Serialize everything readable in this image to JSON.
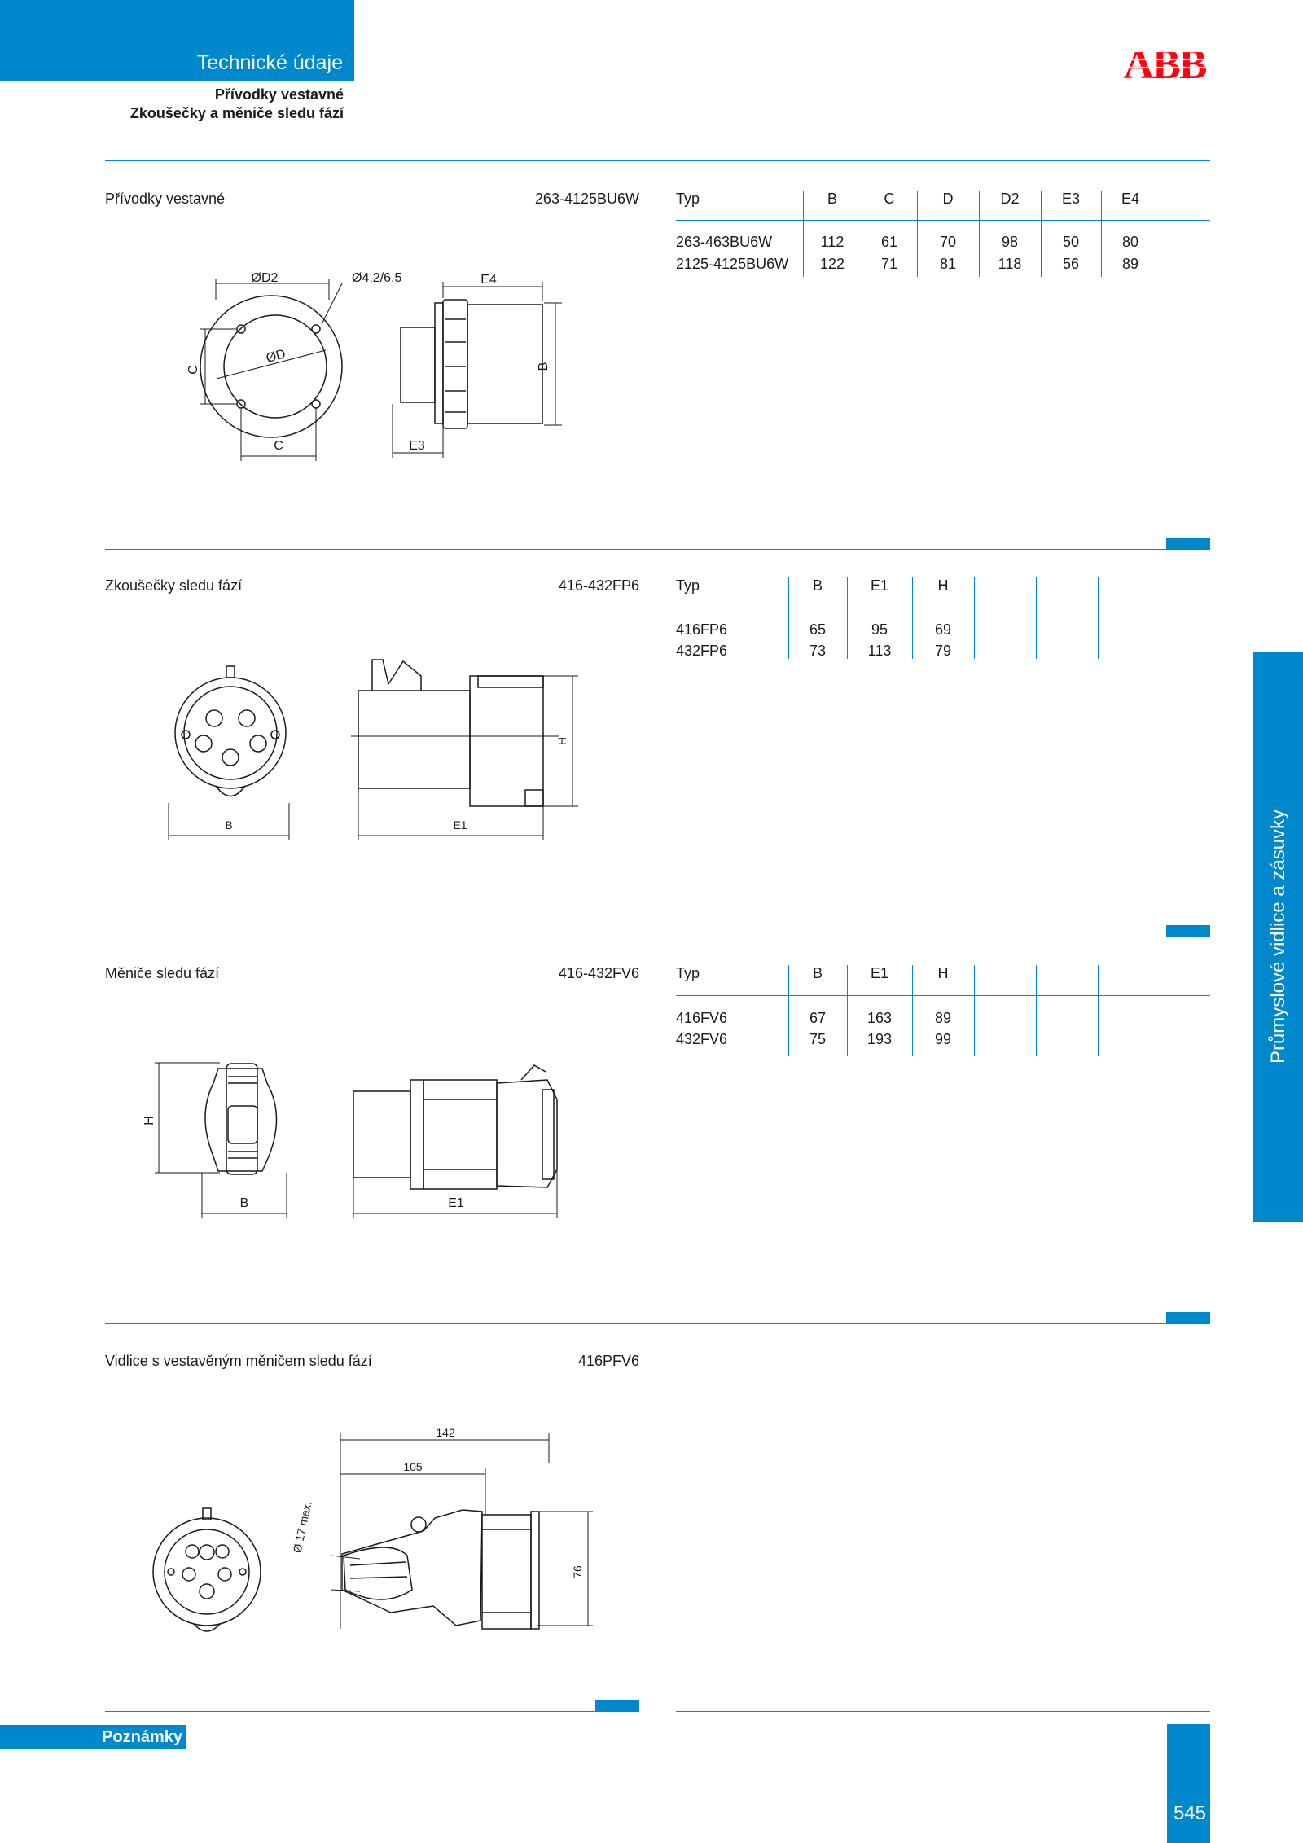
{
  "header": {
    "title": "Technické údaje",
    "subtitle_1": "Přívodky vestavné",
    "subtitle_2": "Zkoušečky a měniče sledu fází",
    "logo_text": "ABB",
    "brand_color": "#0088cc",
    "logo_color": "#ff000f"
  },
  "side_label": "Průmyslové vidlice a zásuvky",
  "sections": {
    "s1": {
      "title": "Přívodky vestavné",
      "code": "263-4125BU6W",
      "headers": [
        "Typ",
        "B",
        "C",
        "D",
        "D2",
        "E3",
        "E4"
      ],
      "rows": [
        [
          "263-463BU6W",
          "112",
          "61",
          "70",
          "98",
          "50",
          "80"
        ],
        [
          "2125-4125BU6W",
          "122",
          "71",
          "81",
          "118",
          "56",
          "89"
        ]
      ],
      "drawing_labels": {
        "d2": "ØD2",
        "hole": "Ø4,2/6,5",
        "e4": "E4",
        "c_left": "C",
        "d": "ØD",
        "c_bottom": "C",
        "e3": "E3",
        "b": "B"
      }
    },
    "s2": {
      "title": "Zkoušečky sledu fází",
      "code": "416-432FP6",
      "headers": [
        "Typ",
        "B",
        "E1",
        "H",
        "",
        "",
        ""
      ],
      "rows": [
        [
          "416FP6",
          "65",
          "95",
          "69"
        ],
        [
          "432FP6",
          "73",
          "113",
          "79"
        ]
      ],
      "drawing_labels": {
        "b": "B",
        "e1": "E1",
        "h": "H"
      }
    },
    "s3": {
      "title": "Měniče sledu fází",
      "code": "416-432FV6",
      "headers": [
        "Typ",
        "B",
        "E1",
        "H",
        "",
        "",
        ""
      ],
      "rows": [
        [
          "416FV6",
          "67",
          "163",
          "89"
        ],
        [
          "432FV6",
          "75",
          "193",
          "99"
        ]
      ],
      "drawing_labels": {
        "h": "H",
        "b": "B",
        "e1": "E1"
      }
    },
    "s4": {
      "title": "Vidlice s vestavěným měničem sledu fází",
      "code": "416PFV6",
      "drawing_labels": {
        "d142": "142",
        "d105": "105",
        "d17": "Ø 17 max.",
        "d76": "76"
      }
    }
  },
  "footer": {
    "notes_label": "Poznámky",
    "page_number": "545"
  }
}
